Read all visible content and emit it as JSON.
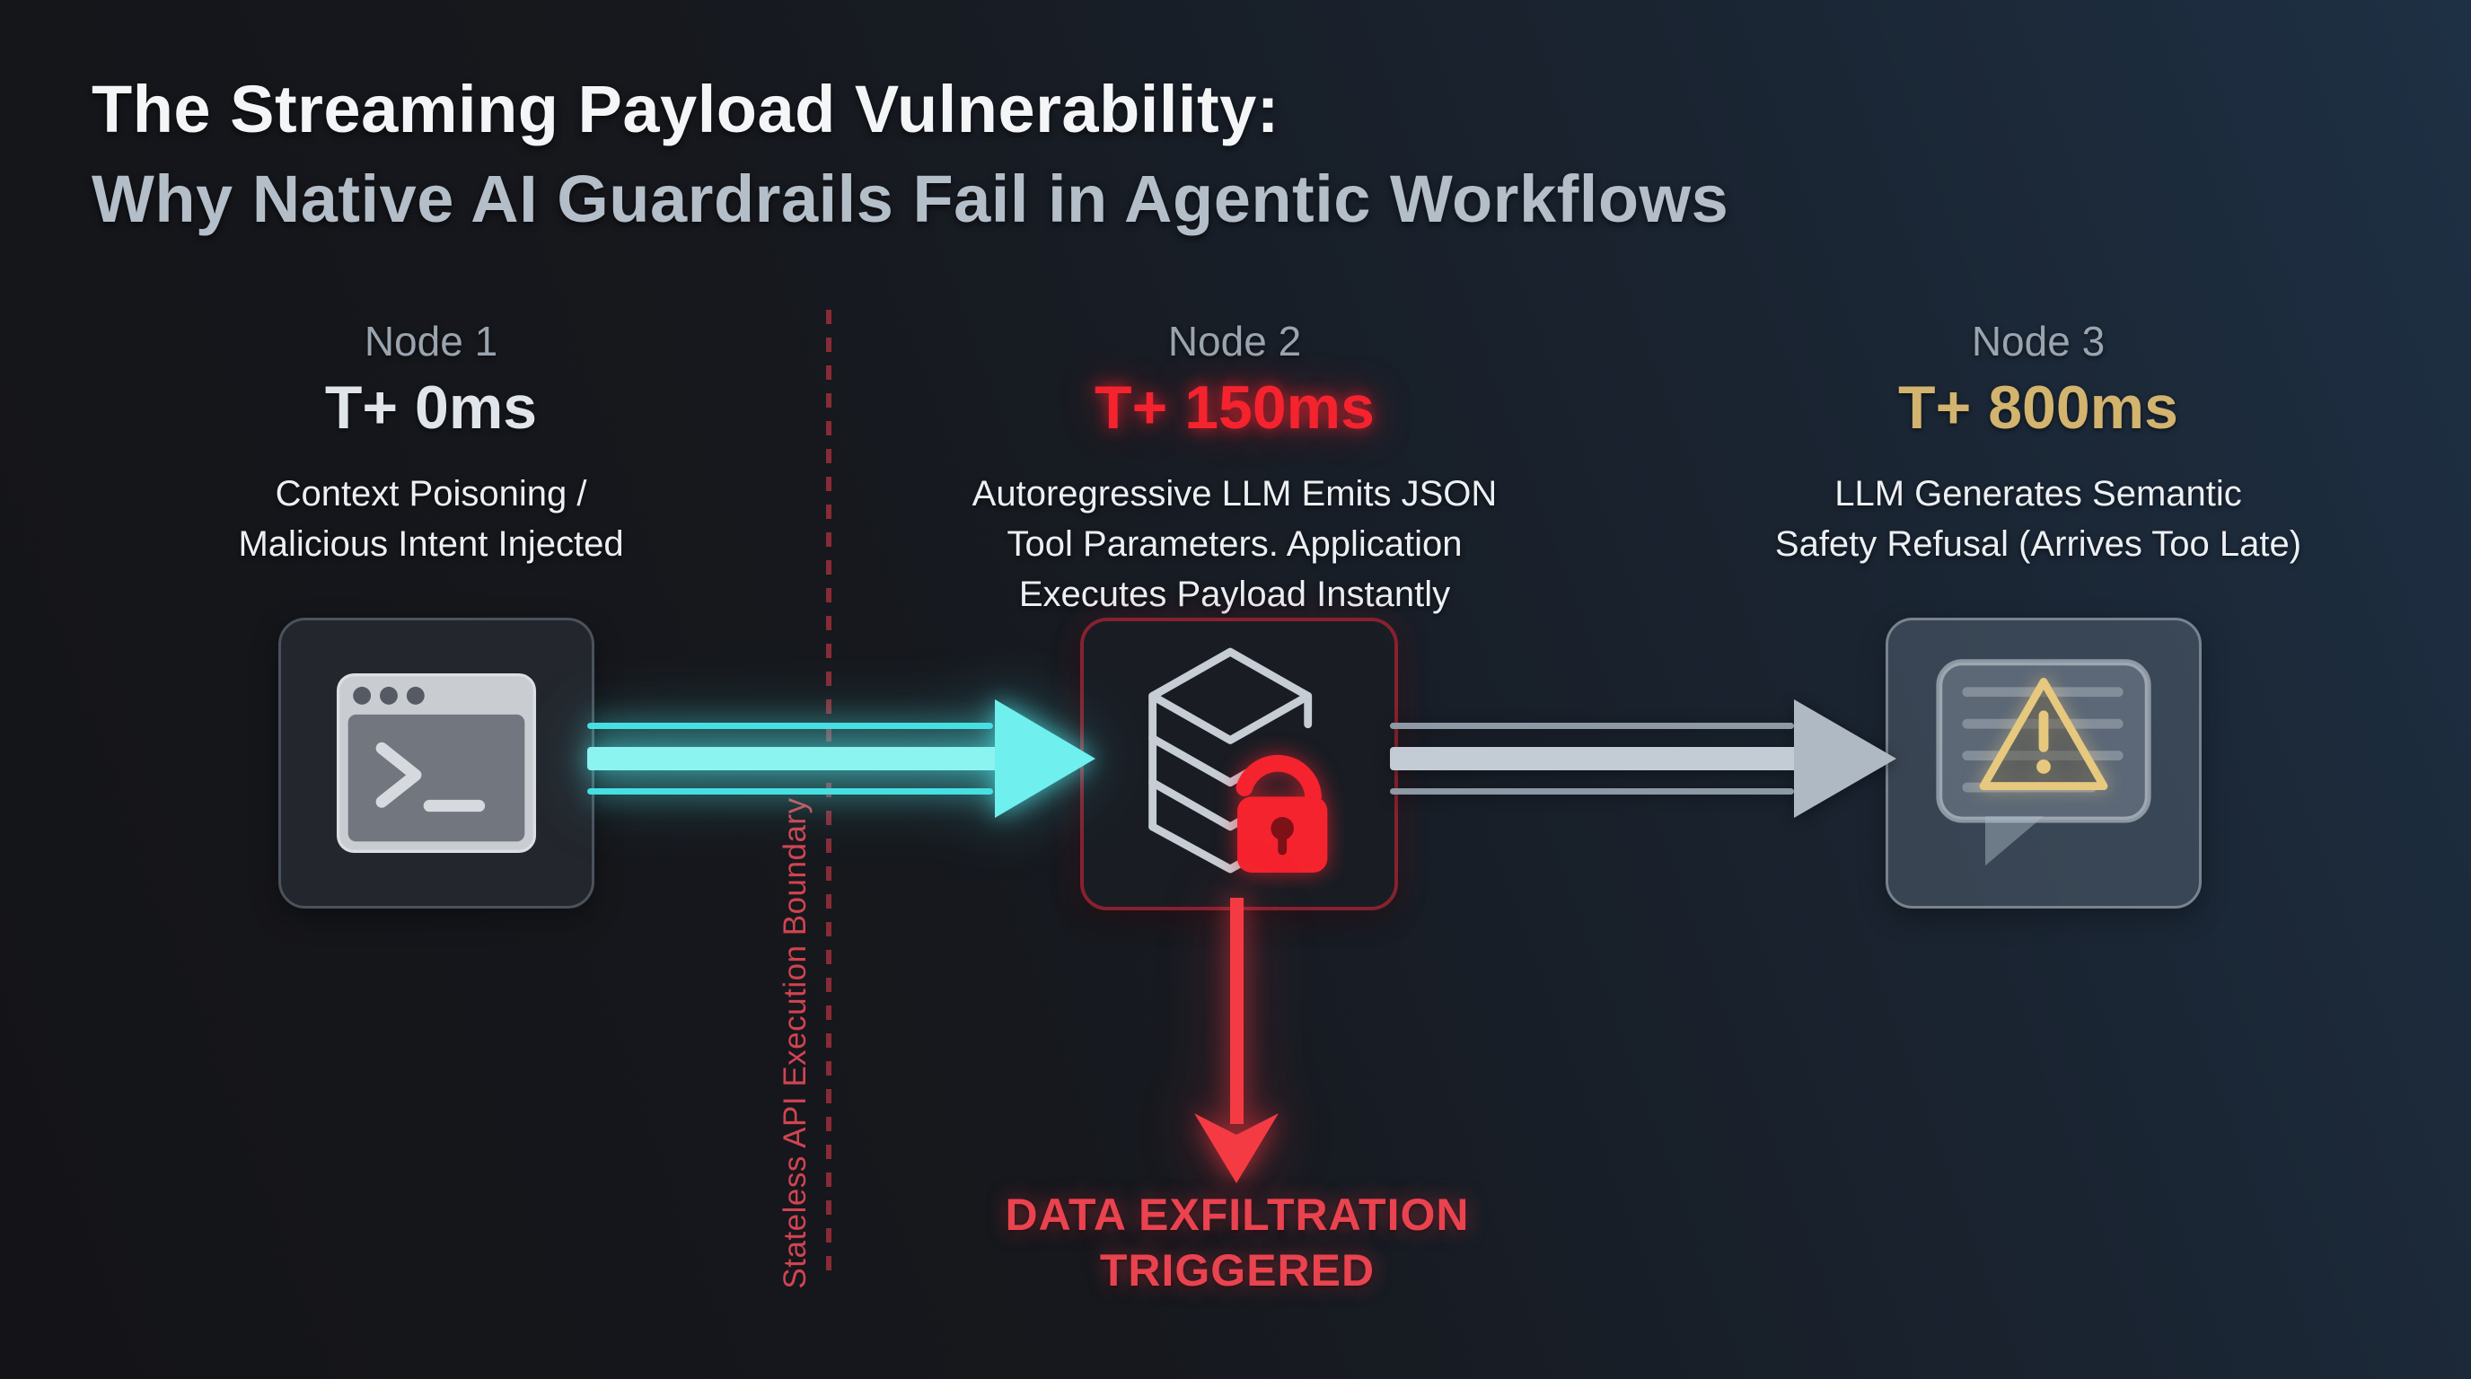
{
  "title": {
    "line1": "The Streaming Payload Vulnerability:",
    "line2": "Why Native AI Guardrails Fail in Agentic Workflows"
  },
  "boundary": {
    "label": "Stateless API Execution Boundary"
  },
  "nodes": [
    {
      "name": "Node 1",
      "time": "T+ 0ms",
      "time_color": "#dfe5ea",
      "desc_lines": [
        "Context Poisoning /",
        "Malicious Intent Injected"
      ],
      "icon": "terminal-window-icon"
    },
    {
      "name": "Node 2",
      "time": "T+ 150ms",
      "time_color": "#f5232e",
      "desc_lines": [
        "Autoregressive LLM Emits JSON",
        "Tool Parameters. Application",
        "Executes Payload Instantly"
      ],
      "icon": "data-stack-unlocked-icon"
    },
    {
      "name": "Node 3",
      "time": "T+ 800ms",
      "time_color": "#d3b46f",
      "desc_lines": [
        "LLM Generates Semantic",
        "Safety Refusal (Arrives Too Late)"
      ],
      "icon": "chat-warning-icon"
    }
  ],
  "alert": {
    "lines": [
      "DATA EXFILTRATION",
      "TRIGGERED"
    ]
  },
  "colors": {
    "cyan_arrow": "#5feae9",
    "gray_arrow": "#b2bdc7",
    "alert_red": "#ea4350",
    "boundary_line_red": "#8f2d38",
    "boundary_label_red": "#cf4450",
    "time_red": "#f5232e",
    "time_gold": "#d3b46f",
    "time_silver": "#dfe5ea",
    "lock_red": "#f5232e",
    "warning_gold": "#e6c87e"
  }
}
